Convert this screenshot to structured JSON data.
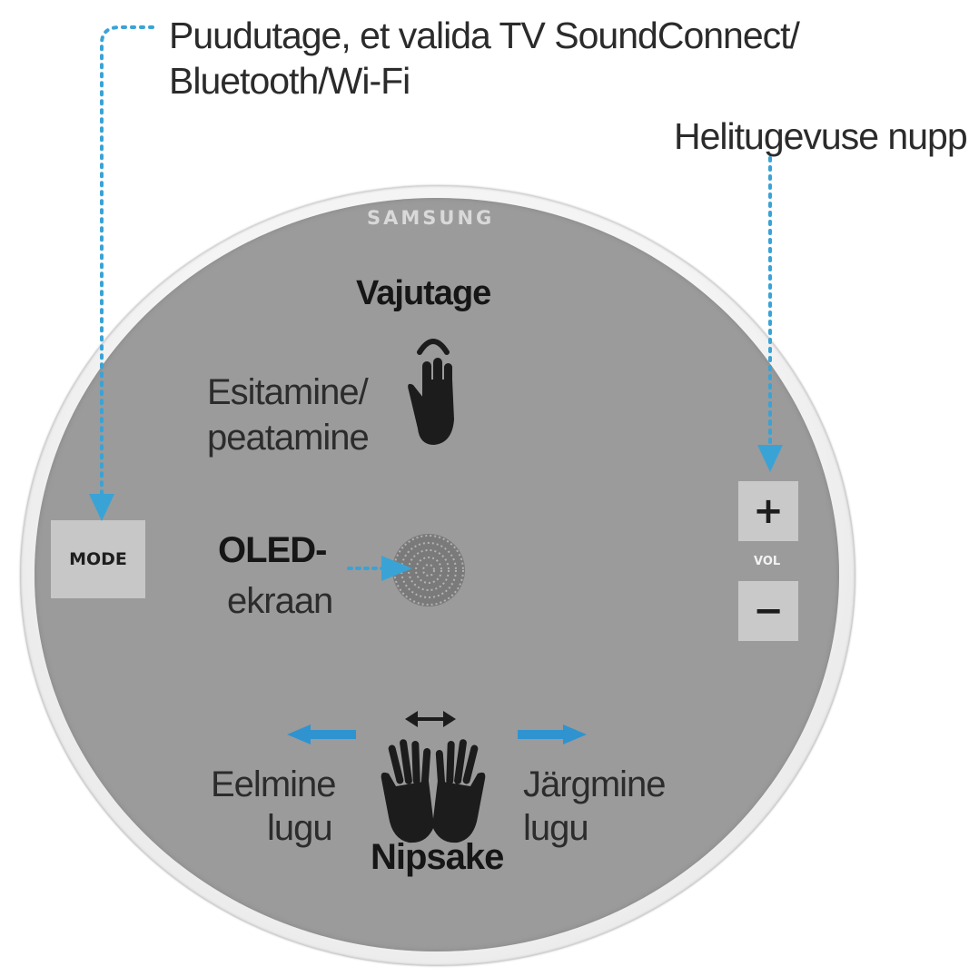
{
  "header": {
    "instruction_line1": "Puudutage, et valida TV SoundConnect/",
    "instruction_line2": "Bluetooth/Wi-Fi",
    "volume_knob_label": "Helitugevuse nupp"
  },
  "speaker": {
    "brand": "SAMSUNG",
    "press_title": "Vajutage",
    "play_pause_line1": "Esitamine/",
    "play_pause_line2": "peatamine",
    "oled_line1": "OLED-",
    "oled_line2": "ekraan",
    "swipe_title": "Nipsake",
    "previous_line1": "Eelmine",
    "previous_line2": "lugu",
    "next_line1": "Järgmine",
    "next_line2": "lugu"
  },
  "controls": {
    "mode_label": "MODE",
    "vol_plus": "+",
    "vol_minus": "−",
    "vol_label": "VOL"
  },
  "colors": {
    "callout_blue": "#3aa3d6",
    "face_gray": "#9b9b9b",
    "button_gray": "#c8c8c8"
  },
  "icons": [
    "press-hand-icon",
    "swipe-hands-icon",
    "oled-screen-icon",
    "left-arrow-icon",
    "right-arrow-icon",
    "double-arrow-icon"
  ]
}
